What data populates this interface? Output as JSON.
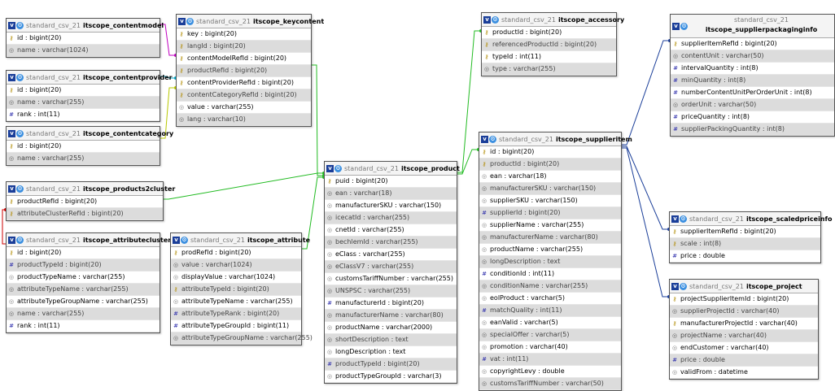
{
  "ui": {
    "v_label": "v",
    "gear_glyph": "⚙",
    "icon_names": {
      "key": "key-icon",
      "idx": "index-icon",
      "col": "column-icon",
      "nul": "nullable-column-icon"
    }
  },
  "tables": [
    {
      "id": "contentmodel",
      "db": "standard_csv_21",
      "name": "itscope_contentmodel",
      "cols": [
        {
          "t": "id : bigint(20)",
          "ic": "key"
        },
        {
          "t": "name : varchar(1024)",
          "ic": "nul",
          "alt": true
        }
      ]
    },
    {
      "id": "keycontent",
      "db": "standard_csv_21",
      "name": "itscope_keycontent",
      "cols": [
        {
          "t": "key : bigint(20)",
          "ic": "key"
        },
        {
          "t": "langId : bigint(20)",
          "ic": "key",
          "alt": true
        },
        {
          "t": "contentModelRefId : bigint(20)",
          "ic": "key"
        },
        {
          "t": "productRefId : bigint(20)",
          "ic": "key",
          "alt": true
        },
        {
          "t": "contentProviderRefId : bigint(20)",
          "ic": "key"
        },
        {
          "t": "contentCategoryRefId : bigint(20)",
          "ic": "key",
          "alt": true
        },
        {
          "t": "value : varchar(255)",
          "ic": "col"
        },
        {
          "t": "lang : varchar(10)",
          "ic": "nul",
          "alt": true
        }
      ]
    },
    {
      "id": "contentprovider",
      "db": "standard_csv_21",
      "name": "itscope_contentprovider",
      "cols": [
        {
          "t": "id : bigint(20)",
          "ic": "key"
        },
        {
          "t": "name : varchar(255)",
          "ic": "nul",
          "alt": true
        },
        {
          "t": "rank : int(11)",
          "ic": "idx"
        }
      ]
    },
    {
      "id": "contentcategory",
      "db": "standard_csv_21",
      "name": "itscope_contentcategory",
      "cols": [
        {
          "t": "id : bigint(20)",
          "ic": "key"
        },
        {
          "t": "name : varchar(255)",
          "ic": "nul",
          "alt": true
        }
      ]
    },
    {
      "id": "products2cluster",
      "db": "standard_csv_21",
      "name": "itscope_products2cluster",
      "cols": [
        {
          "t": "productRefId : bigint(20)",
          "ic": "key"
        },
        {
          "t": "attributeClusterRefId : bigint(20)",
          "ic": "key",
          "alt": true
        }
      ]
    },
    {
      "id": "attributecluster",
      "db": "standard_csv_21",
      "name": "itscope_attributecluster",
      "cols": [
        {
          "t": "id : bigint(20)",
          "ic": "key"
        },
        {
          "t": "productTypeId : bigint(20)",
          "ic": "idx",
          "alt": true
        },
        {
          "t": "productTypeName : varchar(255)",
          "ic": "col"
        },
        {
          "t": "attributeTypeName : varchar(255)",
          "ic": "nul",
          "alt": true
        },
        {
          "t": "attributeTypeGroupName : varchar(255)",
          "ic": "col"
        },
        {
          "t": "name : varchar(255)",
          "ic": "nul",
          "alt": true
        },
        {
          "t": "rank : int(11)",
          "ic": "idx"
        }
      ]
    },
    {
      "id": "attribute",
      "db": "standard_csv_21",
      "name": "itscope_attribute",
      "cols": [
        {
          "t": "prodRefId : bigint(20)",
          "ic": "key"
        },
        {
          "t": "value : varchar(1024)",
          "ic": "nul",
          "alt": true
        },
        {
          "t": "displayValue : varchar(1024)",
          "ic": "col"
        },
        {
          "t": "attributeTypeId : bigint(20)",
          "ic": "key",
          "alt": true
        },
        {
          "t": "attributeTypeName : varchar(255)",
          "ic": "col"
        },
        {
          "t": "attributeTypeRank : bigint(20)",
          "ic": "idx",
          "alt": true
        },
        {
          "t": "attributeTypeGroupId : bigint(11)",
          "ic": "idx"
        },
        {
          "t": "attributeTypeGroupName : varchar(255)",
          "ic": "nul",
          "alt": true
        }
      ]
    },
    {
      "id": "product",
      "db": "standard_csv_21",
      "name": "itscope_product",
      "cols": [
        {
          "t": "puid : bigint(20)",
          "ic": "key"
        },
        {
          "t": "ean : varchar(18)",
          "ic": "nul",
          "alt": true
        },
        {
          "t": "manufacturerSKU : varchar(150)",
          "ic": "col"
        },
        {
          "t": "icecatId : varchar(255)",
          "ic": "nul",
          "alt": true
        },
        {
          "t": "cnetId : varchar(255)",
          "ic": "col"
        },
        {
          "t": "bechlemId : varchar(255)",
          "ic": "nul",
          "alt": true
        },
        {
          "t": "eClass : varchar(255)",
          "ic": "col"
        },
        {
          "t": "eClassV7 : varchar(255)",
          "ic": "nul",
          "alt": true
        },
        {
          "t": "customsTariffNumber : varchar(255)",
          "ic": "col"
        },
        {
          "t": "UNSPSC : varchar(255)",
          "ic": "nul",
          "alt": true
        },
        {
          "t": "manufacturerId : bigint(20)",
          "ic": "idx"
        },
        {
          "t": "manufacturerName : varchar(80)",
          "ic": "nul",
          "alt": true
        },
        {
          "t": "productName : varchar(2000)",
          "ic": "col"
        },
        {
          "t": "shortDescription : text",
          "ic": "nul",
          "alt": true
        },
        {
          "t": "longDescription : text",
          "ic": "col"
        },
        {
          "t": "productTypeId : bigint(20)",
          "ic": "idx",
          "alt": true
        },
        {
          "t": "productTypeGroupId : varchar(3)",
          "ic": "col"
        }
      ]
    },
    {
      "id": "accessory",
      "db": "standard_csv_21",
      "name": "itscope_accessory",
      "cols": [
        {
          "t": "productId : bigint(20)",
          "ic": "key"
        },
        {
          "t": "referencedProductId : bigint(20)",
          "ic": "key",
          "alt": true
        },
        {
          "t": "typeId : int(11)",
          "ic": "key"
        },
        {
          "t": "type : varchar(255)",
          "ic": "nul",
          "alt": true
        }
      ]
    },
    {
      "id": "supplieritem",
      "db": "standard_csv_21",
      "name": "itscope_supplieritem",
      "cols": [
        {
          "t": "id : bigint(20)",
          "ic": "key"
        },
        {
          "t": "productId : bigint(20)",
          "ic": "key",
          "alt": true
        },
        {
          "t": "ean : varchar(18)",
          "ic": "col"
        },
        {
          "t": "manufacturerSKU : varchar(150)",
          "ic": "nul",
          "alt": true
        },
        {
          "t": "supplierSKU : varchar(150)",
          "ic": "col"
        },
        {
          "t": "supplierId : bigint(20)",
          "ic": "idx",
          "alt": true
        },
        {
          "t": "supplierName : varchar(255)",
          "ic": "col"
        },
        {
          "t": "manufacturerName : varchar(80)",
          "ic": "nul",
          "alt": true
        },
        {
          "t": "productName : varchar(255)",
          "ic": "col"
        },
        {
          "t": "longDescription : text",
          "ic": "nul",
          "alt": true
        },
        {
          "t": "conditionId : int(11)",
          "ic": "idx"
        },
        {
          "t": "conditionName : varchar(255)",
          "ic": "nul",
          "alt": true
        },
        {
          "t": "eolProduct : varchar(5)",
          "ic": "col"
        },
        {
          "t": "matchQuality : int(11)",
          "ic": "idx",
          "alt": true
        },
        {
          "t": "eanValid : varchar(5)",
          "ic": "col"
        },
        {
          "t": "specialOffer : varchar(5)",
          "ic": "nul",
          "alt": true
        },
        {
          "t": "promotion : varchar(40)",
          "ic": "col"
        },
        {
          "t": "vat : int(11)",
          "ic": "idx",
          "alt": true
        },
        {
          "t": "copyrightLevy : double",
          "ic": "col"
        },
        {
          "t": "customsTariffNumber : varchar(50)",
          "ic": "nul",
          "alt": true
        }
      ]
    },
    {
      "id": "supplierpackaginginfo",
      "db": "standard_csv_21",
      "name": "itscope_supplierpackaginginfo",
      "tall": true,
      "cols": [
        {
          "t": "supplierItemRefId : bigint(20)",
          "ic": "key"
        },
        {
          "t": "contentUnit : varchar(50)",
          "ic": "nul",
          "alt": true
        },
        {
          "t": "intervalQuantity : int(8)",
          "ic": "idx"
        },
        {
          "t": "minQuantity : int(8)",
          "ic": "idx",
          "alt": true
        },
        {
          "t": "numberContentUnitPerOrderUnit : int(8)",
          "ic": "idx"
        },
        {
          "t": "orderUnit : varchar(50)",
          "ic": "nul",
          "alt": true
        },
        {
          "t": "priceQuantity : int(8)",
          "ic": "idx"
        },
        {
          "t": "supplierPackingQuantity : int(8)",
          "ic": "idx",
          "alt": true
        }
      ]
    },
    {
      "id": "scaledpriceinfo",
      "db": "standard_csv_21",
      "name": "itscope_scaledpriceinfo",
      "cols": [
        {
          "t": "supplierItemRefId : bigint(20)",
          "ic": "key"
        },
        {
          "t": "scale : int(8)",
          "ic": "key",
          "alt": true
        },
        {
          "t": "price : double",
          "ic": "idx"
        }
      ]
    },
    {
      "id": "project",
      "db": "standard_csv_21",
      "name": "itscope_project",
      "cols": [
        {
          "t": "projectSupplierItemId : bigint(20)",
          "ic": "key"
        },
        {
          "t": "supplierProjectId : varchar(40)",
          "ic": "nul",
          "alt": true
        },
        {
          "t": "manufacturerProjectId : varchar(40)",
          "ic": "key"
        },
        {
          "t": "projectName : varchar(40)",
          "ic": "nul",
          "alt": true
        },
        {
          "t": "endCustomer : varchar(40)",
          "ic": "col"
        },
        {
          "t": "price : double",
          "ic": "idx",
          "alt": true
        },
        {
          "t": "validFrom : datetime",
          "ic": "col"
        }
      ]
    }
  ],
  "links": [
    {
      "from": "contentmodel",
      "to": "keycontent",
      "color": "#c000c0"
    },
    {
      "from": "contentprovider",
      "to": "keycontent",
      "color": "#00a0c0"
    },
    {
      "from": "contentcategory",
      "to": "keycontent",
      "color": "#b8c800"
    },
    {
      "from": "keycontent",
      "to": "product",
      "color": "#22bb22"
    },
    {
      "from": "products2cluster",
      "to": "product",
      "color": "#22bb22"
    },
    {
      "from": "attribute",
      "to": "product",
      "color": "#22bb22"
    },
    {
      "from": "attributecluster",
      "to": "products2cluster",
      "color": "#cc0000"
    },
    {
      "from": "product",
      "to": "accessory",
      "color": "#22bb22"
    },
    {
      "from": "product",
      "to": "supplieritem",
      "color": "#22bb22"
    },
    {
      "from": "supplieritem",
      "to": "supplierpackaginginfo",
      "color": "#1a3e99"
    },
    {
      "from": "supplieritem",
      "to": "scaledpriceinfo",
      "color": "#1a3e99"
    },
    {
      "from": "supplieritem",
      "to": "project",
      "color": "#1a3e99"
    }
  ]
}
